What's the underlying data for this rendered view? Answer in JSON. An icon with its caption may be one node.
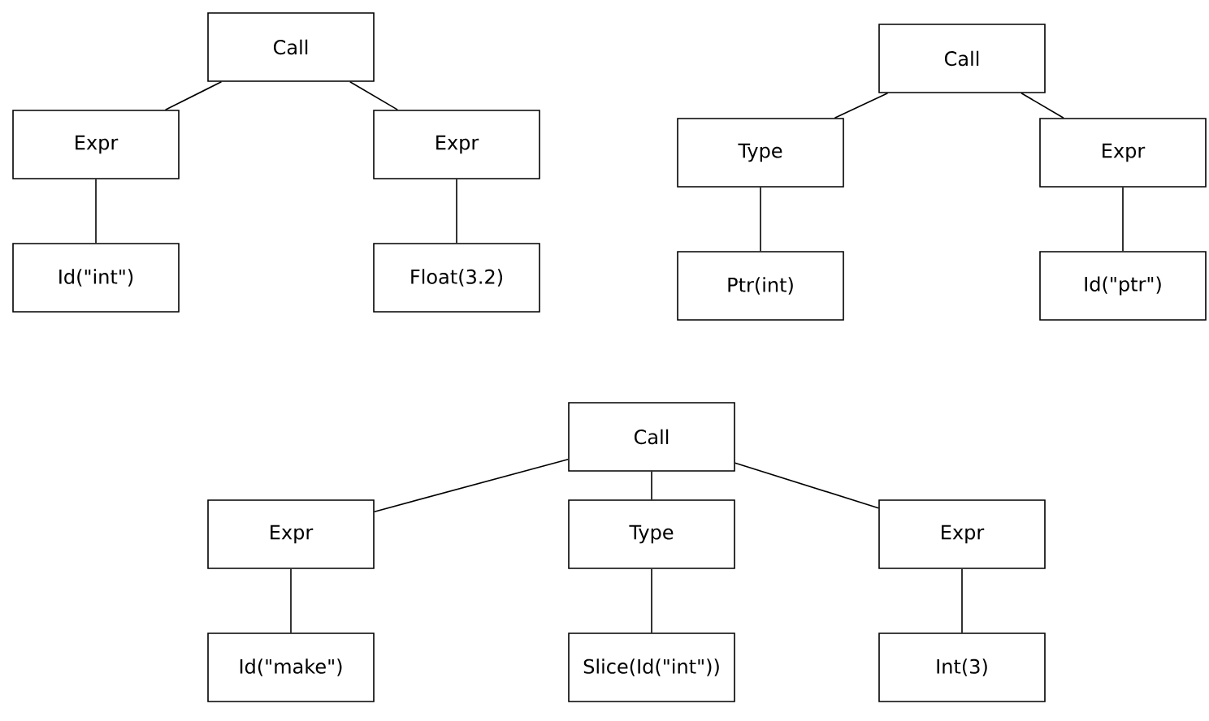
{
  "diagram": {
    "nodes": [
      {
        "text": [
          "Call"
        ]
      },
      {
        "text": [
          "Expr"
        ]
      },
      {
        "text": [
          "Expr"
        ]
      },
      {
        "text": [
          "Id(\"int\")"
        ]
      },
      {
        "text": [
          "Float(3.2)"
        ]
      },
      {
        "text": [
          "Call"
        ]
      },
      {
        "text": [
          "Type"
        ]
      },
      {
        "text": [
          "Expr"
        ]
      },
      {
        "text": [
          "Ptr(int)"
        ]
      },
      {
        "text": [
          "Id(\"ptr\")"
        ]
      },
      {
        "text": [
          "Call"
        ]
      },
      {
        "text": [
          "Expr"
        ]
      },
      {
        "text": [
          "Type"
        ]
      },
      {
        "text": [
          "Expr"
        ]
      },
      {
        "text": [
          "Id(\"make\")"
        ]
      },
      {
        "text": [
          "Slice(Id(\"int\"))"
        ]
      },
      {
        "text": [
          "Int(3)"
        ]
      }
    ],
    "edges": [
      {
        "from": 0,
        "to": 1,
        "arrow": "none"
      },
      {
        "from": 0,
        "to": 2,
        "arrow": "none"
      },
      {
        "from": 1,
        "to": 3,
        "arrow": "none"
      },
      {
        "from": 2,
        "to": 4,
        "arrow": "none"
      },
      {
        "from": 5,
        "to": 6,
        "arrow": "none"
      },
      {
        "from": 5,
        "to": 7,
        "arrow": "none"
      },
      {
        "from": 6,
        "to": 8,
        "arrow": "none"
      },
      {
        "from": 7,
        "to": 9,
        "arrow": "none"
      },
      {
        "from": 10,
        "to": 11,
        "arrow": "none"
      },
      {
        "from": 10,
        "to": 12,
        "arrow": "none"
      },
      {
        "from": 10,
        "to": 13,
        "arrow": "none"
      },
      {
        "from": 11,
        "to": 14,
        "arrow": "none"
      },
      {
        "from": 12,
        "to": 15,
        "arrow": "none"
      },
      {
        "from": 13,
        "to": 16,
        "arrow": "none"
      }
    ]
  }
}
